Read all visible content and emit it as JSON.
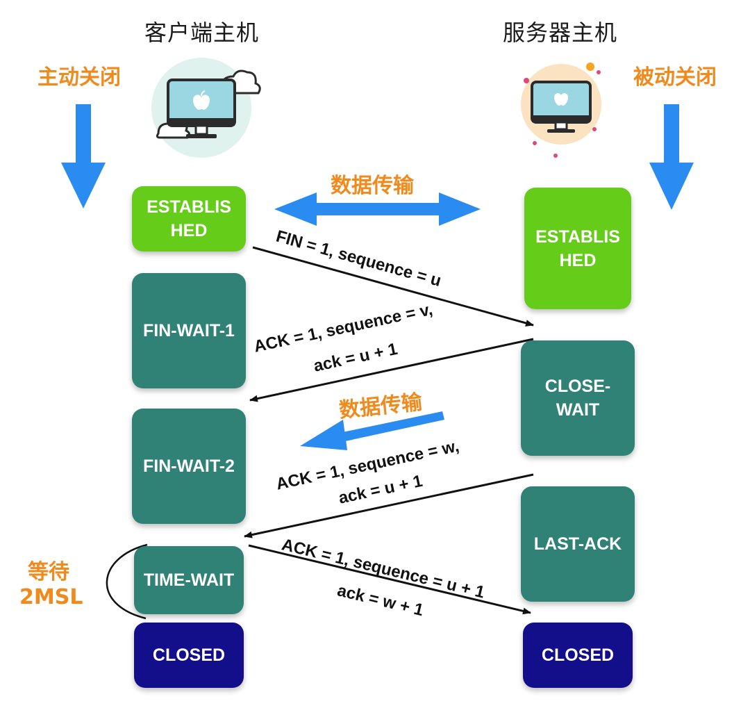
{
  "hosts": {
    "client": "客户端主机",
    "server": "服务器主机"
  },
  "labels": {
    "active_close": "主动关闭",
    "passive_close": "被动关闭",
    "data_transfer_1": "数据传输",
    "data_transfer_2": "数据传输",
    "wait_line1": "等待",
    "wait_line2": "2MSL"
  },
  "client_states": {
    "established": "ESTABLIS\nHED",
    "fin_wait_1": "FIN-WAIT-1",
    "fin_wait_2": "FIN-WAIT-2",
    "time_wait": "TIME-WAIT",
    "closed": "CLOSED"
  },
  "server_states": {
    "established": "ESTABLIS\nHED",
    "close_wait": "CLOSE-\nWAIT",
    "last_ack": "LAST-ACK",
    "closed": "CLOSED"
  },
  "messages": {
    "fin": "FIN = 1, sequence = u",
    "ack1_line1": "ACK = 1, sequence = v,",
    "ack1_line2": "ack = u + 1",
    "ack2_line1": "ACK = 1, sequence = w,",
    "ack2_line2": "ack = u + 1",
    "ack3_line1": "ACK = 1, sequence = u + 1",
    "ack3_line2": "ack = w + 1"
  },
  "icons": [
    "client-computer-icon",
    "server-computer-icon",
    "apple-logo-icon"
  ],
  "colors": {
    "orange": "#f08a1c",
    "blue_arrow": "#2a8cf0",
    "established_green": "#66cc1a",
    "state_teal": "#2f8275",
    "closed_navy": "#130e8a"
  }
}
